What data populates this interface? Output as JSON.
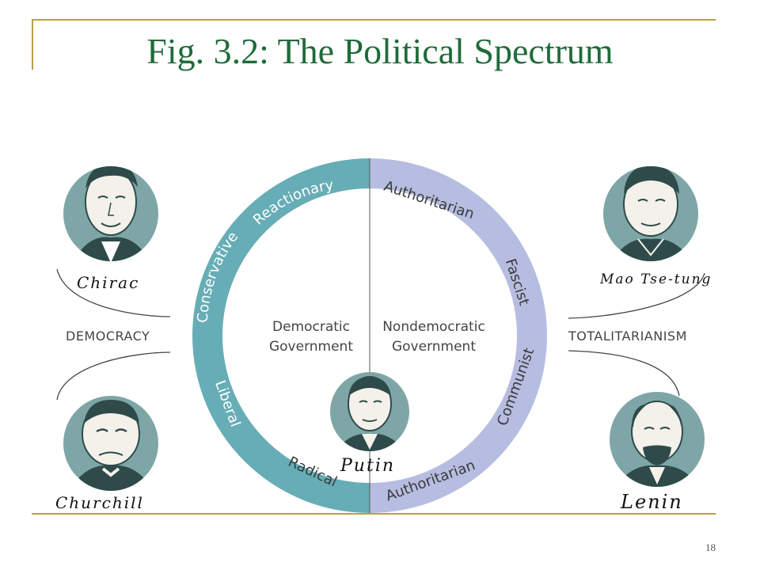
{
  "title": "Fig. 3.2: The Political Spectrum",
  "page_number": "18",
  "ring": {
    "left_labels": [
      "Reactionary",
      "Conservative",
      "Liberal",
      "Radical"
    ],
    "right_labels": [
      "Authoritarian",
      "Fascist",
      "Communist",
      "Authoritarian"
    ],
    "center_left": [
      "Democratic",
      "Government"
    ],
    "center_right": [
      "Nondemocratic",
      "Government"
    ],
    "left_color": "#67adb6",
    "right_color": "#b6bde0"
  },
  "sides": {
    "left": "DEMOCRACY",
    "right": "TOTALITARIANISM"
  },
  "portraits": {
    "chirac": "Chirac",
    "churchill": "Churchill",
    "mao": "Mao Tse-tung",
    "lenin": "Lenin",
    "putin": "Putin"
  },
  "colors": {
    "title": "#1f6b3a",
    "frame": "#b8a04a",
    "portrait_bg": "#7fa6a7",
    "portrait_ink": "#2e4b4a"
  }
}
